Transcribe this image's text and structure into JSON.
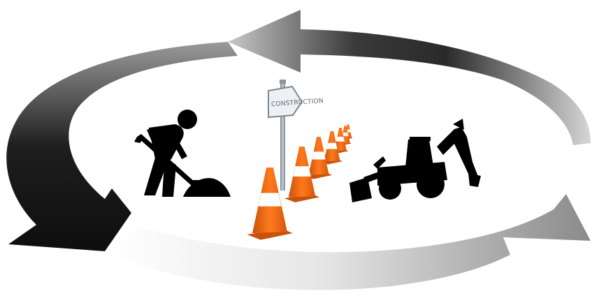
{
  "diagram": {
    "kind": "cycle",
    "arrows": [
      {
        "id": "top-arrow",
        "direction": "counterclockwise",
        "tone": "dark-to-light"
      },
      {
        "id": "left-arrow",
        "direction": "counterclockwise",
        "tone": "dark"
      },
      {
        "id": "bottom-arrow",
        "direction": "counterclockwise",
        "tone": "light-to-grey"
      }
    ],
    "icons": [
      {
        "name": "worker-shoveling-icon",
        "color": "#000000"
      },
      {
        "name": "construction-sign-icon",
        "color": "#8a939d"
      },
      {
        "name": "traffic-cones-icon",
        "color": "#f06a12"
      },
      {
        "name": "backhoe-loader-icon",
        "color": "#000000"
      }
    ],
    "sign_label": "CONSTRUCTION"
  },
  "colors": {
    "arrow_dark": "#1a1a1a",
    "arrow_mid": "#6e6e6e",
    "arrow_light": "#e8e8e8",
    "cone_orange": "#f06a12",
    "cone_white": "#ffffff"
  }
}
